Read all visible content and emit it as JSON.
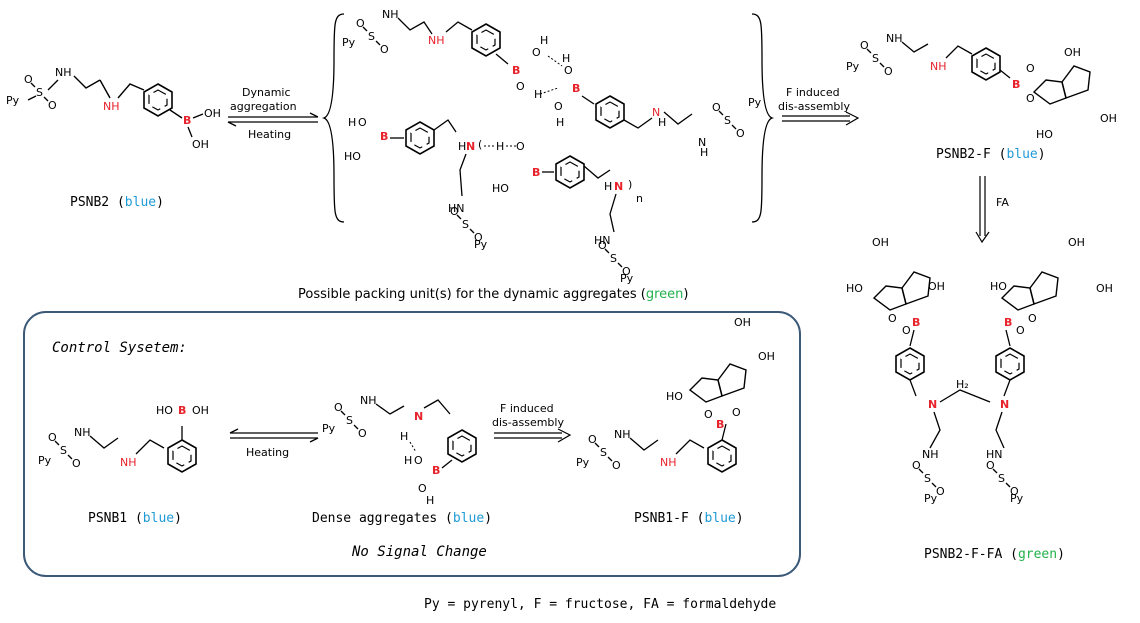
{
  "colors": {
    "ink": "#000000",
    "boron": "#e8232b",
    "nitrogen": "#e8232b",
    "blue_word": "#1f9ad6",
    "green_word": "#22b14c",
    "box_border": "#3b5a78"
  },
  "compounds": {
    "psnb2": {
      "name": "PSNB2",
      "color_word": "blue"
    },
    "psnb2_f": {
      "name": "PSNB2-F",
      "color_word": "blue"
    },
    "psnb2_f_fa": {
      "name": "PSNB2-F-FA",
      "color_word": "green"
    },
    "psnb1": {
      "name": "PSNB1",
      "color_word": "blue"
    },
    "psnb1_f": {
      "name": "PSNB1-F",
      "color_word": "blue"
    }
  },
  "arrows": {
    "aggregation_top": "Dynamic",
    "aggregation_bottom": "aggregation",
    "heating": "Heating",
    "f_induced_1": "F induced",
    "f_induced_2": "dis-assembly",
    "fa": "FA",
    "control_heating": "Heating",
    "control_f1": "F induced",
    "control_f2": "dis-assembly"
  },
  "aggregates": {
    "caption_prefix": "Possible packing unit(s) for the dynamic aggregates (",
    "caption_word": "green",
    "caption_suffix": ")",
    "repeat_n": "n"
  },
  "control_system": {
    "title": "Control Sysetem:",
    "dense_prefix": "Dense aggregates (",
    "dense_word": "blue",
    "dense_suffix": ")",
    "no_signal": "No Signal Change"
  },
  "atoms": {
    "py": "Py",
    "s": "S",
    "o": "O",
    "n": "N",
    "h": "H",
    "nh": "NH",
    "hn": "HN",
    "b": "B",
    "oh": "OH",
    "ho": "HO",
    "ho_b": "HO",
    "hb": "H₂"
  },
  "footnote": "Py = pyrenyl, F = fructose, FA = formaldehyde"
}
